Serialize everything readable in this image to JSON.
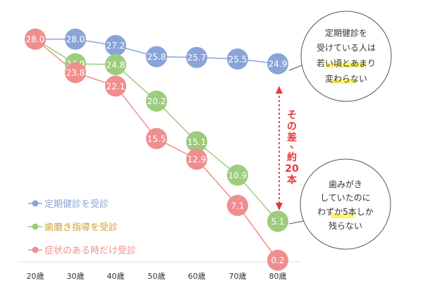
{
  "chart_data": {
    "type": "line",
    "title": "",
    "xlabel": "",
    "ylabel": "",
    "categories": [
      "20歳",
      "30歳",
      "40歳",
      "50歳",
      "60歳",
      "70歳",
      "80歳"
    ],
    "ylim": [
      0,
      30
    ],
    "grid": false,
    "legend_position": "bottom-left",
    "series": [
      {
        "name": "定期健診を受診",
        "color": "#8aa4d8",
        "values": [
          28.0,
          28.0,
          27.2,
          25.8,
          25.7,
          25.5,
          24.9
        ]
      },
      {
        "name": "歯磨き指導を受診",
        "color": "#9ccc7c",
        "values": [
          28.0,
          24.9,
          24.8,
          20.2,
          15.1,
          10.9,
          5.1
        ]
      },
      {
        "name": "症状のある時だけ受診",
        "color": "#f08e8e",
        "values": [
          28.0,
          23.8,
          22.1,
          15.5,
          12.9,
          7.1,
          0.2
        ]
      }
    ],
    "data_labels": {
      "s0": [
        "28.0",
        "28.0",
        "27.2",
        "25.8",
        "25.7",
        "25.5",
        "24.9"
      ],
      "s1": [
        "",
        "24.9",
        "24.8",
        "20.2",
        "15.1",
        "10.9",
        "5.1"
      ],
      "s2": [
        "28.0",
        "23.8",
        "22.1",
        "15.5",
        "12.9",
        "7.1",
        "0.2"
      ]
    },
    "annotations": {
      "callout_top": [
        "定期健診を",
        "受けている人は",
        "若い頃とあまり",
        "変わらない"
      ],
      "callout_bottom": [
        "歯みがき",
        "していたのに",
        "わずか5本しか",
        "残らない"
      ],
      "difference": [
        "そ",
        "の",
        "差",
        "、",
        "約",
        "20",
        "本"
      ]
    },
    "colors": {
      "highlight": "#fff36a",
      "arrow": "#e73838",
      "baseline": "#dddddd"
    }
  }
}
